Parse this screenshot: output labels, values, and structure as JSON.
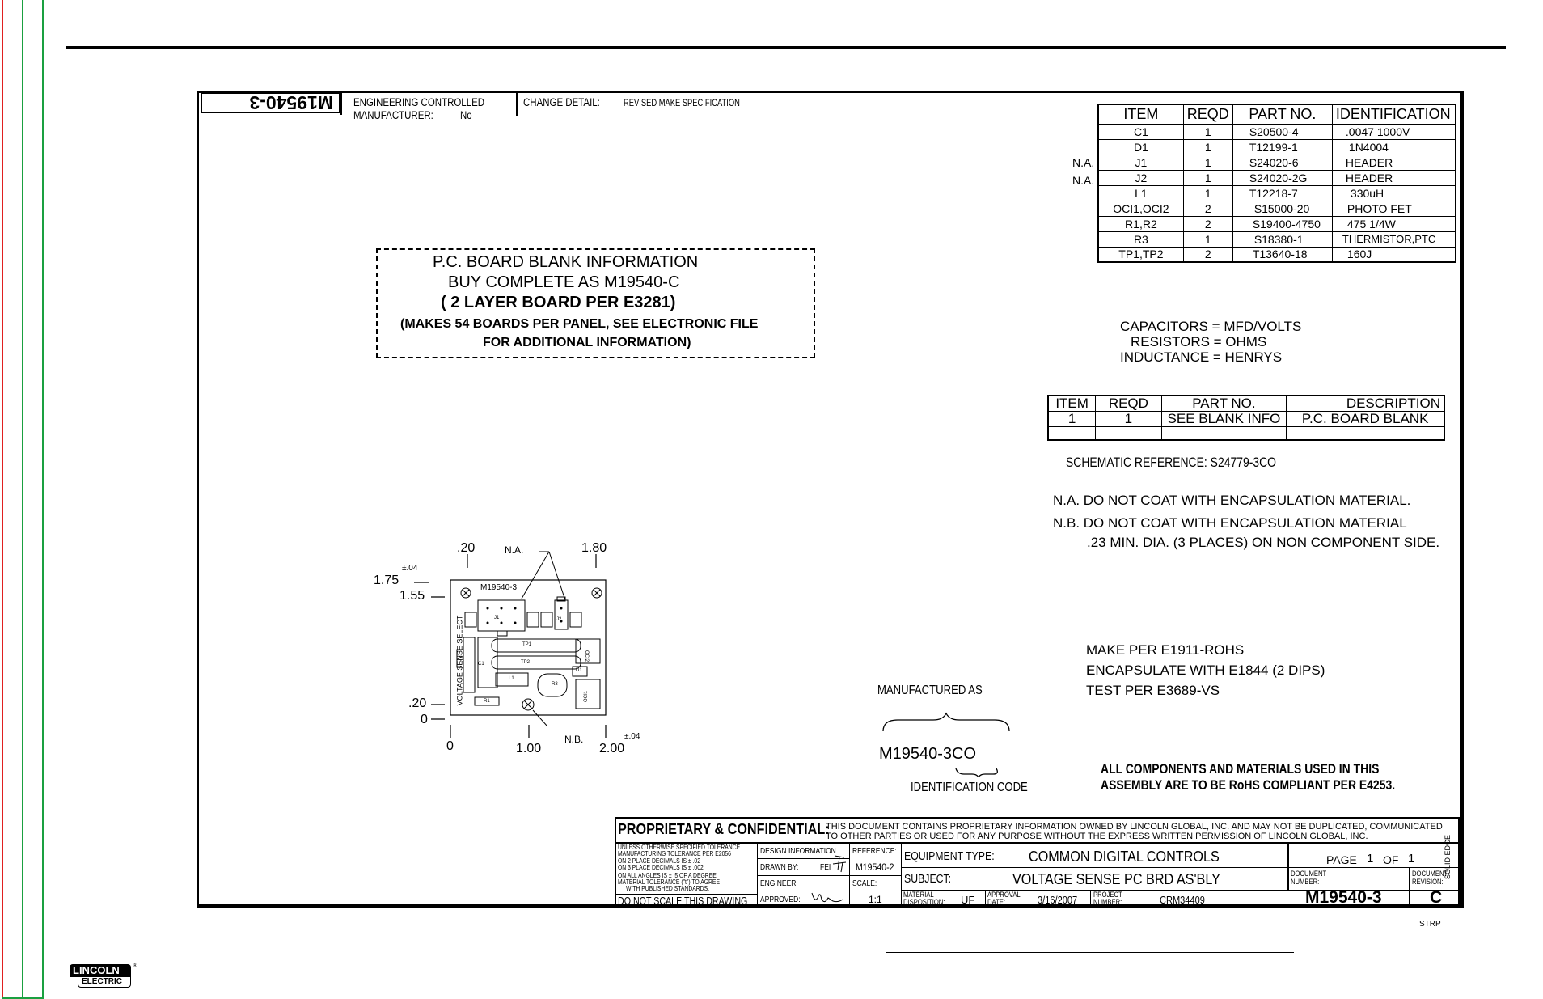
{
  "drawing_number_mirror": "M19540-3",
  "header": {
    "eng_controlled": "ENGINEERING CONTROLLED",
    "manufacturer": "MANUFACTURER:",
    "manufacturer_value": "No",
    "change_detail": "CHANGE DETAIL:",
    "change_detail_value": "REVISED MAKE SPECIFICATION"
  },
  "parts_list": {
    "headers": [
      "ITEM",
      "REQD",
      "PART NO.",
      "IDENTIFICATION"
    ],
    "rows": [
      {
        "note": "",
        "item": "C1",
        "reqd": "1",
        "part": "S20500-4",
        "id": ".0047 1000V"
      },
      {
        "note": "",
        "item": "D1",
        "reqd": "1",
        "part": "T12199-1",
        "id": "1N4004"
      },
      {
        "note": "N.A.",
        "item": "J1",
        "reqd": "1",
        "part": "S24020-6",
        "id": "HEADER"
      },
      {
        "note": "N.A.",
        "item": "J2",
        "reqd": "1",
        "part": "S24020-2G",
        "id": "HEADER"
      },
      {
        "note": "",
        "item": "L1",
        "reqd": "1",
        "part": "T12218-7",
        "id": "330uH"
      },
      {
        "note": "",
        "item": "OCI1,OCI2",
        "reqd": "2",
        "part": "S15000-20",
        "id": "PHOTO FET"
      },
      {
        "note": "",
        "item": "R1,R2",
        "reqd": "2",
        "part": "S19400-4750",
        "id": "475 1/4W"
      },
      {
        "note": "",
        "item": "R3",
        "reqd": "1",
        "part": "S18380-1",
        "id": "THERMISTOR,PTC"
      },
      {
        "note": "",
        "item": "TP1,TP2",
        "reqd": "2",
        "part": "T13640-18",
        "id": "160J"
      }
    ]
  },
  "units": {
    "capacitors": "CAPACITORS = MFD/VOLTS",
    "resistors": "RESISTORS = OHMS",
    "inductance": "INDUCTANCE = HENRYS"
  },
  "blank_list": {
    "headers": [
      "ITEM",
      "REQD",
      "PART NO.",
      "DESCRIPTION"
    ],
    "row": [
      "1",
      "1",
      "SEE BLANK INFO",
      "P.C. BOARD BLANK"
    ]
  },
  "schematic_ref": "SCHEMATIC REFERENCE: S24779-3CO",
  "notes": {
    "na": "N.A. DO NOT COAT WITH ENCAPSULATION MATERIAL.",
    "nb1": "N.B. DO NOT COAT WITH ENCAPSULATION MATERIAL",
    "nb2": ".23 MIN. DIA. (3 PLACES) ON NON COMPONENT SIDE."
  },
  "pcb_blank": {
    "line1": "P.C. BOARD BLANK INFORMATION",
    "line2": "BUY COMPLETE AS M19540-C",
    "line3": "( 2 LAYER BOARD PER E3281)",
    "line4": "(MAKES 54 BOARDS PER PANEL, SEE ELECTRONIC FILE",
    "line5": "FOR ADDITIONAL INFORMATION)"
  },
  "make": {
    "line1": "MAKE PER E1911-ROHS",
    "line2": "ENCAPSULATE WITH E1844 (2 DIPS)",
    "line3": "TEST PER E3689-VS"
  },
  "manufactured_as": {
    "label": "MANUFACTURED AS",
    "code": "M19540-3CO",
    "id_label": "IDENTIFICATION CODE"
  },
  "rohs": {
    "line1": "ALL COMPONENTS AND MATERIALS USED IN THIS",
    "line2": "ASSEMBLY ARE TO BE RoHS COMPLIANT PER E4253."
  },
  "board": {
    "dims": {
      "d020top": ".20",
      "na": "N.A.",
      "d180": "1.80",
      "d175": "1.75",
      "tol1": "±.04",
      "d155": "1.55",
      "d020left": ".20",
      "d0left": "0",
      "d0bottom": "0",
      "d100": "1.00",
      "nb": "N.B.",
      "d200": "2.00",
      "tol2": "±.04"
    },
    "labels": {
      "part": "M19540-3",
      "j1": "J1",
      "j2": "J2",
      "tp1": "TP1",
      "tp2": "TP2",
      "c1": "C1",
      "r2": "R2",
      "l1": "L1",
      "r3": "R3",
      "d1": "D1",
      "oci2": "OCI2",
      "oci1": "OCI1",
      "r1": "R1",
      "vs": "VOLTAGE SENSE SELECT"
    }
  },
  "title_block": {
    "proprietary": "PROPRIETARY & CONFIDENTIAL:",
    "prop_text1": "THIS DOCUMENT CONTAINS PROPRIETARY INFORMATION OWNED BY LINCOLN GLOBAL, INC. AND MAY NOT BE DUPLICATED, COMMUNICATED",
    "prop_text2": "TO OTHER PARTIES OR USED FOR ANY PURPOSE WITHOUT THE EXPRESS WRITTEN PERMISSION OF LINCOLN GLOBAL, INC.",
    "tol1": "UNLESS OTHERWISE SPECIFIED TOLERANCE",
    "tol2": "MANUFACTURING TOLERANCE PER E2056",
    "tol3": "ON 2 PLACE DECIMALS IS ± .02",
    "tol4": "ON 3 PLACE DECIMALS IS ± .002",
    "tol5": "ON ALL ANGLES IS ± .5 OF A DEGREE",
    "tol6": "MATERIAL TOLERANCE (\"t\") TO AGREE",
    "tol7": "WITH PUBLISHED STANDARDS.",
    "do_not_scale": "DO NOT SCALE THIS DRAWING",
    "design_info": "DESIGN INFORMATION",
    "drawn_by": "DRAWN BY:",
    "drawn_by_value": "FEI",
    "engineer": "ENGINEER:",
    "approved": "APPROVED:",
    "reference": "REFERENCE:",
    "reference_value": "M19540-2",
    "scale": "SCALE:",
    "scale_value": "1:1",
    "equipment_type": "EQUIPMENT TYPE:",
    "equipment_value": "COMMON DIGITAL CONTROLS",
    "subject": "SUBJECT:",
    "subject_value": "VOLTAGE SENSE PC BRD AS'BLY",
    "material": "MATERIAL",
    "disposition": "DISPOSITION:",
    "disposition_value": "UF",
    "approval": "APPROVAL",
    "date": "DATE:",
    "date_value": "3/16/2007",
    "project": "PROJECT",
    "number": "NUMBER:",
    "project_value": "CRM34409",
    "page": "PAGE",
    "page_value": "1",
    "of": "OF",
    "of_value": "1",
    "document": "DOCUMENT",
    "doc_number_label": "NUMBER:",
    "doc_number": "M19540-3",
    "revision_label": "REVISION:",
    "revision": "C",
    "solid_edge": "SOLID EDGE",
    "strp": "STRP"
  },
  "logo": {
    "line1": "LINCOLN",
    "line2": "ELECTRIC",
    "reg": "®"
  }
}
